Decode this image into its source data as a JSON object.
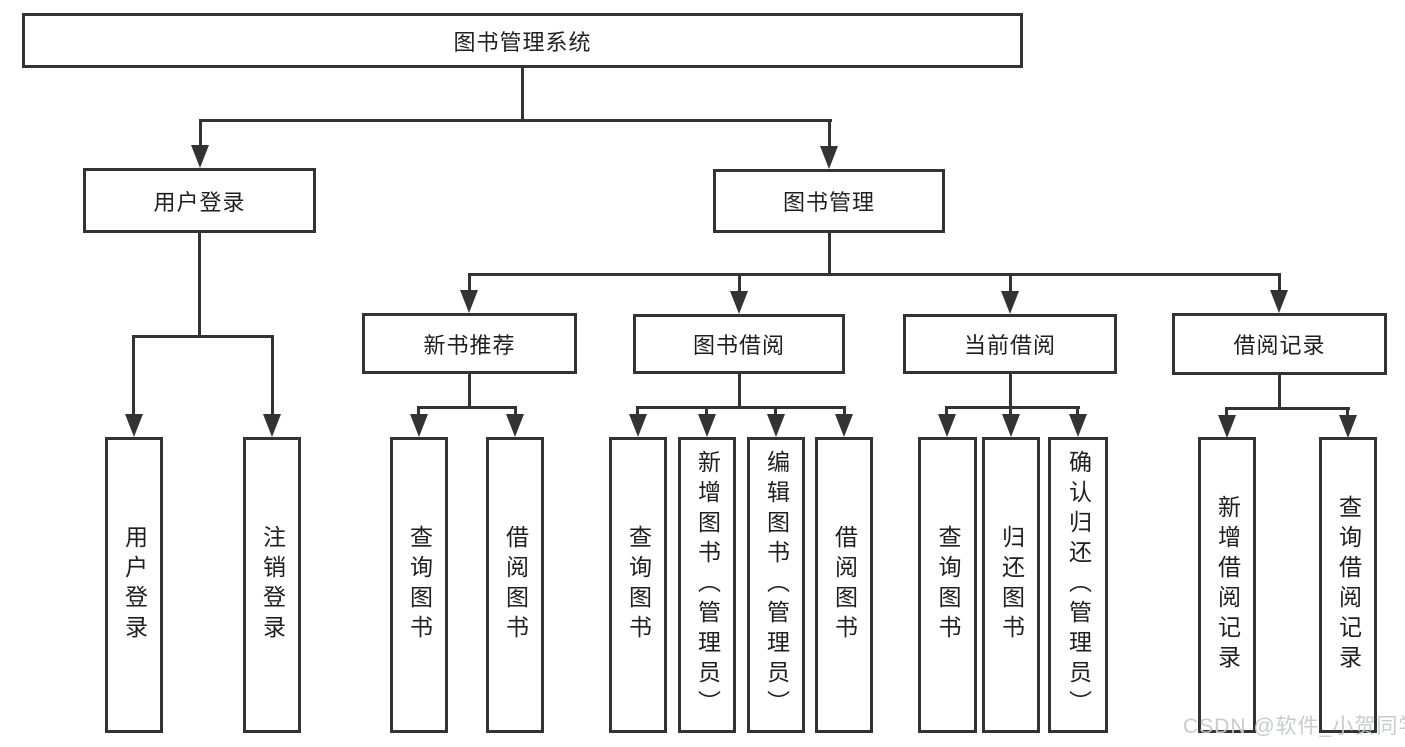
{
  "diagram_type": "hierarchy-tree",
  "palette": {
    "background": "#ffffff",
    "box_border": "#333333",
    "connector_line": "#333333",
    "text": "#1f1f1f",
    "watermark_text": "#c7c9cb"
  },
  "watermark": "CSDN @软件_小贺同学",
  "nodes": {
    "root": {
      "label": "图书管理系统"
    },
    "level2": [
      {
        "label": "用户登录"
      },
      {
        "label": "图书管理"
      }
    ],
    "level3": [
      {
        "label": "新书推荐",
        "parent": "图书管理"
      },
      {
        "label": "图书借阅",
        "parent": "图书管理"
      },
      {
        "label": "当前借阅",
        "parent": "图书管理"
      },
      {
        "label": "借阅记录",
        "parent": "图书管理"
      }
    ],
    "level4": [
      {
        "label": "用户登录",
        "parent": "用户登录"
      },
      {
        "label": "注销登录",
        "parent": "用户登录"
      },
      {
        "label": "查询图书",
        "parent": "新书推荐"
      },
      {
        "label": "借阅图书",
        "parent": "新书推荐"
      },
      {
        "label": "查询图书",
        "parent": "图书借阅"
      },
      {
        "label": "新增图书（管理员）",
        "parent": "图书借阅"
      },
      {
        "label": "编辑图书（管理员）",
        "parent": "图书借阅"
      },
      {
        "label": "借阅图书",
        "parent": "图书借阅"
      },
      {
        "label": "查询图书",
        "parent": "当前借阅"
      },
      {
        "label": "归还图书",
        "parent": "当前借阅"
      },
      {
        "label": "确认归还（管理员）",
        "parent": "当前借阅"
      },
      {
        "label": "新增借阅记录",
        "parent": "借阅记录"
      },
      {
        "label": "查询借阅记录",
        "parent": "借阅记录"
      }
    ]
  }
}
